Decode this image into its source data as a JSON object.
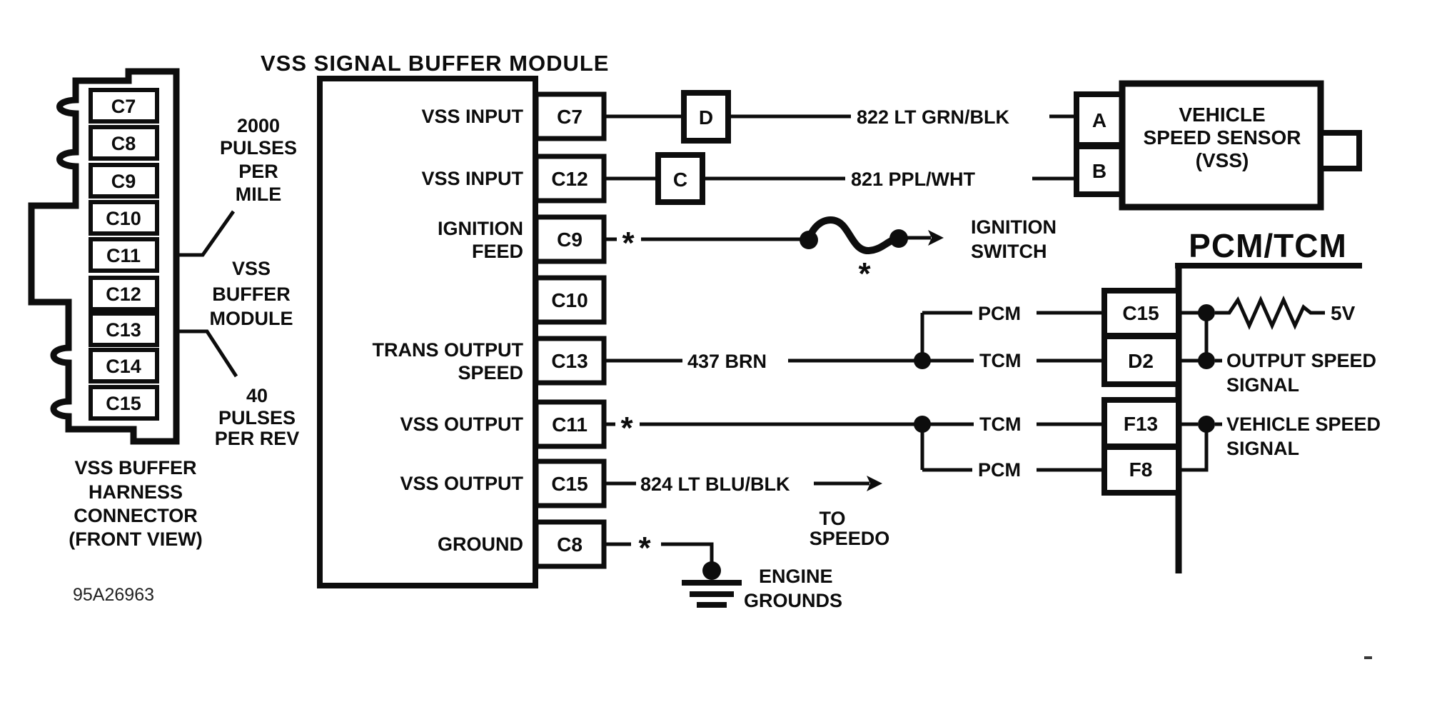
{
  "title": "VSS SIGNAL BUFFER MODULE",
  "symbols": {
    "asterisk": "*"
  },
  "left": {
    "pins": [
      "C7",
      "C8",
      "C9",
      "C10",
      "C11",
      "C12",
      "C13",
      "C14",
      "C15"
    ],
    "note_2000": [
      "2000",
      "PULSES",
      "PER",
      "MILE"
    ],
    "note_vss": [
      "VSS",
      "BUFFER",
      "MODULE"
    ],
    "note_40": [
      "40",
      "PULSES",
      "PER REV"
    ],
    "caption": [
      "VSS BUFFER",
      "HARNESS",
      "CONNECTOR",
      "(FRONT VIEW)"
    ],
    "doc_number": "95A26963"
  },
  "module": {
    "rows": [
      {
        "pin": "C7",
        "label": "VSS INPUT"
      },
      {
        "pin": "C12",
        "label": "VSS INPUT"
      },
      {
        "pin": "C9",
        "label": "IGNITION",
        "label2": "FEED"
      },
      {
        "pin": "C10"
      },
      {
        "pin": "C13",
        "label": "TRANS OUTPUT",
        "label2": "SPEED"
      },
      {
        "pin": "C11",
        "label": "VSS OUTPUT"
      },
      {
        "pin": "C15",
        "label": "VSS OUTPUT"
      },
      {
        "pin": "C8",
        "label": "GROUND"
      }
    ]
  },
  "wires": {
    "vss_input_1": {
      "inline_pin": "D",
      "label": "822 LT GRN/BLK"
    },
    "vss_input_2": {
      "inline_pin": "C",
      "label": "821 PPL/WHT"
    },
    "ignition": {
      "dest1": "IGNITION",
      "dest2": "SWITCH"
    },
    "trans_output": {
      "label": "437 BRN",
      "branch_up": "PCM",
      "branch_main": "TCM"
    },
    "vss_output_1": {
      "branch_main": "TCM",
      "branch_down": "PCM"
    },
    "vss_output_2": {
      "label": "824 LT BLU/BLK",
      "dest1": "TO",
      "dest2": "SPEEDO"
    },
    "ground": {
      "dest1": "ENGINE",
      "dest2": "GROUNDS"
    }
  },
  "sensor": {
    "pins": [
      "A",
      "B"
    ],
    "name": [
      "VEHICLE",
      "SPEED SENSOR",
      "(VSS)"
    ]
  },
  "pcm_tcm": {
    "title": "PCM/TCM",
    "pins": [
      "C15",
      "D2",
      "F13",
      "F8"
    ],
    "five_v": "5V",
    "output_speed": [
      "OUTPUT SPEED",
      "SIGNAL"
    ],
    "vehicle_speed": [
      "VEHICLE SPEED",
      "SIGNAL"
    ]
  }
}
